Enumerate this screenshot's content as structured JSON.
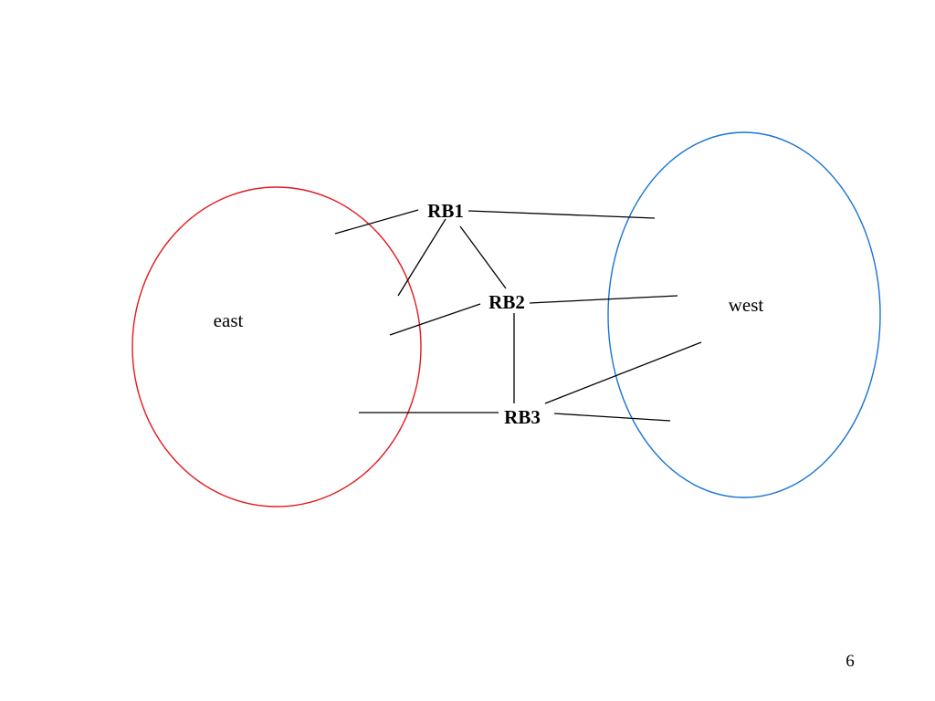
{
  "diagram": {
    "regions": [
      {
        "id": "east",
        "label": "east",
        "color": "#e3191d"
      },
      {
        "id": "west",
        "label": "west",
        "color": "#1a74d4"
      }
    ],
    "nodes": [
      {
        "id": "rb1",
        "label": "RB1"
      },
      {
        "id": "rb2",
        "label": "RB2"
      },
      {
        "id": "rb3",
        "label": "RB3"
      }
    ],
    "edges": [
      {
        "from": "rb1",
        "to": "east"
      },
      {
        "from": "rb1",
        "to": "east"
      },
      {
        "from": "rb1",
        "to": "west"
      },
      {
        "from": "rb1",
        "to": "rb2"
      },
      {
        "from": "rb2",
        "to": "east"
      },
      {
        "from": "rb2",
        "to": "west"
      },
      {
        "from": "rb2",
        "to": "rb3"
      },
      {
        "from": "rb3",
        "to": "east"
      },
      {
        "from": "rb3",
        "to": "west"
      },
      {
        "from": "rb3",
        "to": "west"
      }
    ]
  },
  "page": {
    "number": "6"
  }
}
